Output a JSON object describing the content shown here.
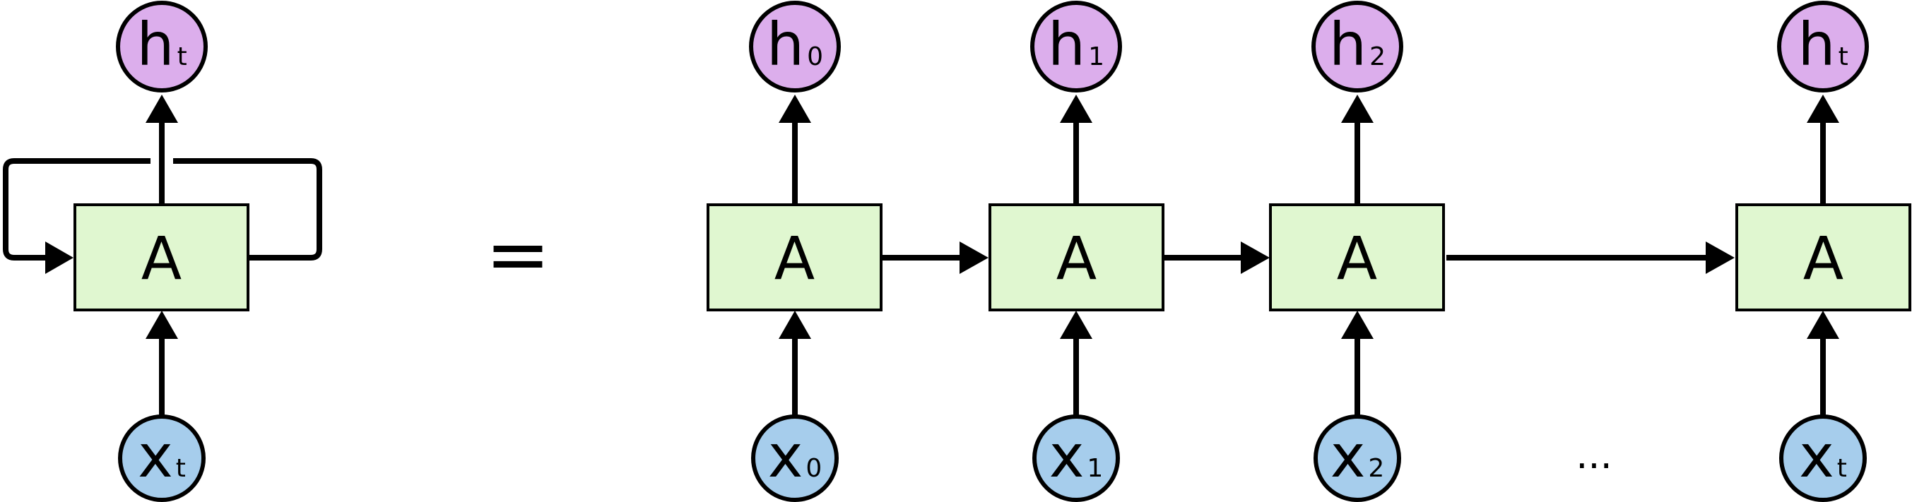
{
  "colors": {
    "box_fill": "#e0f7d0",
    "output_fill": "#dcaeec",
    "input_fill": "#a6cdec",
    "stroke": "#000000"
  },
  "rolled": {
    "cell_label": "A",
    "output": {
      "main": "h",
      "sub": "t"
    },
    "input": {
      "main": "x",
      "sub": "t"
    }
  },
  "equals": "=",
  "ellipsis": "...",
  "unrolled": [
    {
      "cell_label": "A",
      "output": {
        "main": "h",
        "sub": "0"
      },
      "input": {
        "main": "x",
        "sub": "0"
      }
    },
    {
      "cell_label": "A",
      "output": {
        "main": "h",
        "sub": "1"
      },
      "input": {
        "main": "x",
        "sub": "1"
      }
    },
    {
      "cell_label": "A",
      "output": {
        "main": "h",
        "sub": "2"
      },
      "input": {
        "main": "x",
        "sub": "2"
      }
    },
    {
      "cell_label": "A",
      "output": {
        "main": "h",
        "sub": "t"
      },
      "input": {
        "main": "x",
        "sub": "t"
      }
    }
  ]
}
